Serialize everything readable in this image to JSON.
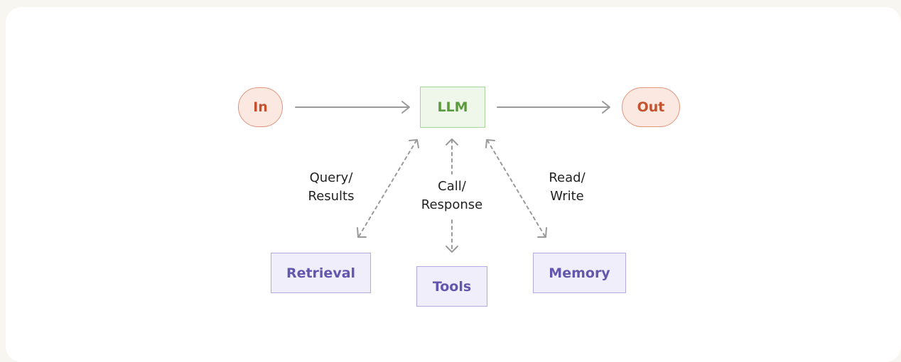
{
  "nodes": {
    "input": "In",
    "llm": "LLM",
    "output": "Out",
    "retrieval": "Retrieval",
    "tools": "Tools",
    "memory": "Memory"
  },
  "edge_labels": {
    "retrieval": {
      "line1": "Query/",
      "line2": "Results"
    },
    "tools": {
      "line1": "Call/",
      "line2": "Response"
    },
    "memory": {
      "line1": "Read/",
      "line2": "Write"
    }
  },
  "colors": {
    "page_background": "#f8f6f1",
    "card_background": "#ffffff",
    "io_fill": "#fbe9e1",
    "io_border": "#e0957d",
    "io_text": "#c4522f",
    "llm_fill": "#eef7e9",
    "llm_border": "#a6d49a",
    "llm_text": "#5c9a3f",
    "aux_fill": "#f0eefb",
    "aux_border": "#b3aae0",
    "aux_text": "#6356ad",
    "arrow": "#9a9a9a"
  }
}
